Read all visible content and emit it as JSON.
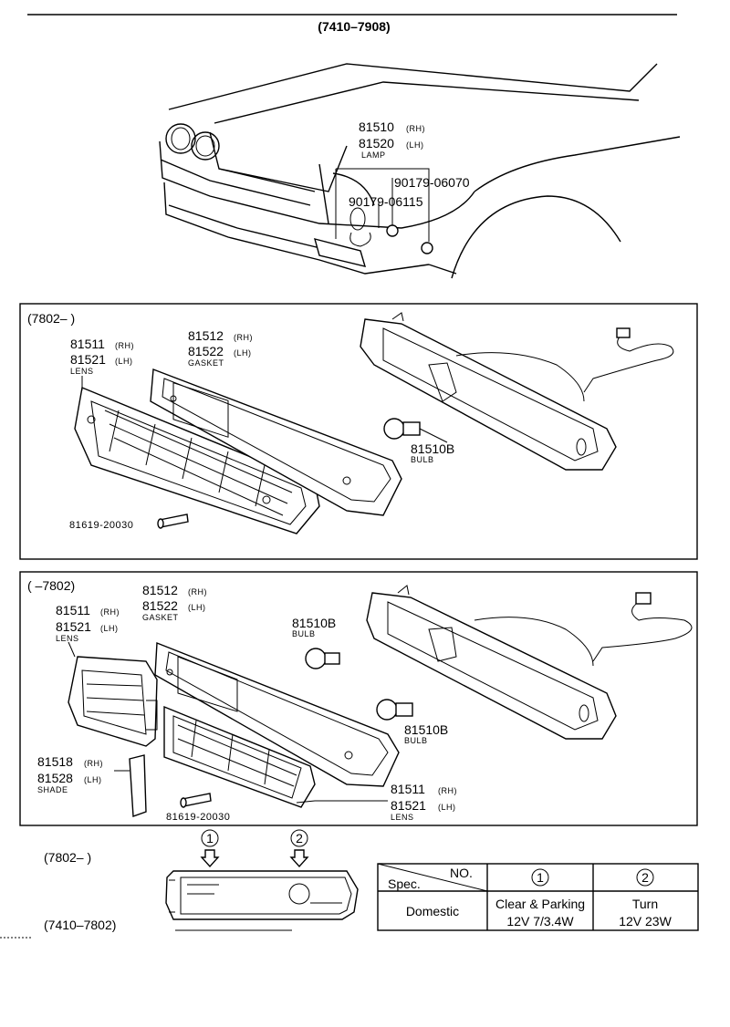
{
  "title": "(7410–7908)",
  "car": {
    "lamp_rh": "81510",
    "lamp_rh_side": "(RH)",
    "lamp_lh": "81520",
    "lamp_lh_side": "(LH)",
    "lamp_name": "LAMP",
    "screw_a": "90179-06070",
    "screw_b": "90179-06115"
  },
  "panel1": {
    "range": "(7802–      )",
    "lens_rh": "81511",
    "lens_rh_side": "(RH)",
    "lens_lh": "81521",
    "lens_lh_side": "(LH)",
    "lens_name": "LENS",
    "gasket_rh": "81512",
    "gasket_rh_side": "(RH)",
    "gasket_lh": "81522",
    "gasket_lh_side": "(LH)",
    "gasket_name": "GASKET",
    "bulb": "81510B",
    "bulb_name": "BULB",
    "screw": "81619-20030"
  },
  "panel2": {
    "range": "(      –7802)",
    "gasket_rh": "81512",
    "gasket_rh_side": "(RH)",
    "gasket_lh": "81522",
    "gasket_lh_side": "(LH)",
    "gasket_name": "GASKET",
    "lens_rh": "81511",
    "lens_rh_side": "(RH)",
    "lens_lh": "81521",
    "lens_lh_side": "(LH)",
    "lens_name": "LENS",
    "bulb_top": "81510B",
    "bulb_top_name": "BULB",
    "bulb_mid": "81510B",
    "bulb_mid_name": "BULB",
    "shade_rh": "81518",
    "shade_rh_side": "(RH)",
    "shade_lh": "81528",
    "shade_lh_side": "(LH)",
    "shade_name": "SHADE",
    "screw": "81619-20030",
    "lens2_rh": "81511",
    "lens2_rh_side": "(RH)",
    "lens2_lh": "81521",
    "lens2_lh_side": "(LH)",
    "lens2_name": "LENS"
  },
  "bottom": {
    "range_top": "(7802–      )",
    "range_bottom": "(7410–7802)",
    "marker1": "1",
    "marker2": "2"
  },
  "spec_table": {
    "header_no": "NO.",
    "header_spec": "Spec.",
    "col1": "1",
    "col2": "2",
    "row_label": "Domestic",
    "c1_line1": "Clear & Parking",
    "c1_line2": "12V 7/3.4W",
    "c2_line1": "Turn",
    "c2_line2": "12V 23W"
  }
}
